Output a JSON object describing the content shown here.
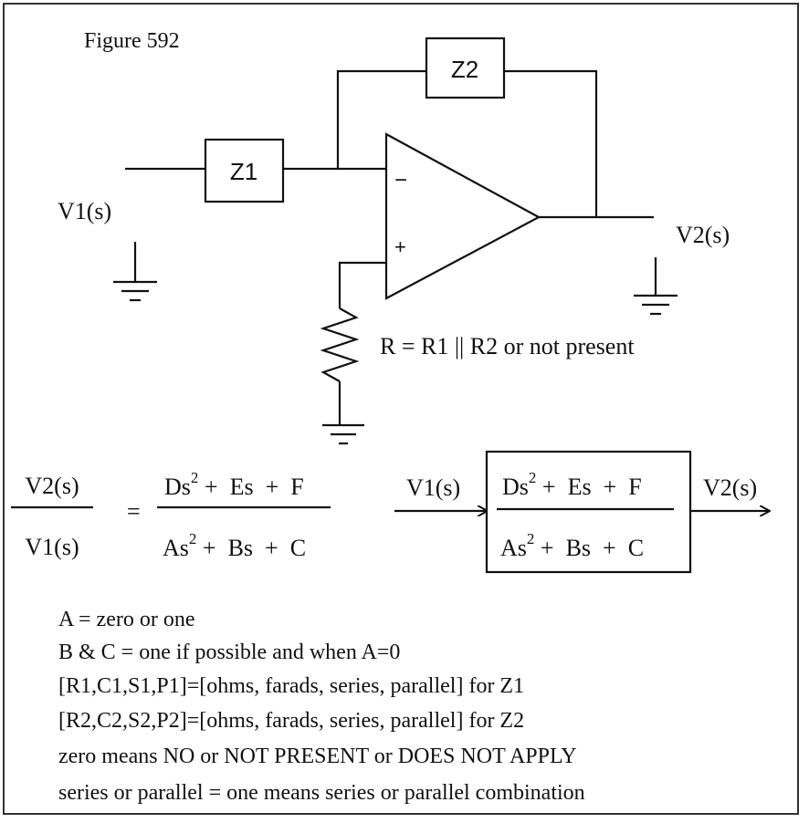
{
  "figure": {
    "title": "Figure 592"
  },
  "circuit": {
    "z1": "Z1",
    "z2": "Z2",
    "input_label": "V1(s)",
    "output_label": "V2(s)",
    "minus": "−",
    "plus": "+",
    "resistor_note": "R = R1 || R2 or not present"
  },
  "equation": {
    "lhs_num": "V2(s)",
    "lhs_den": "V1(s)",
    "equals": "=",
    "num": {
      "a": "Ds",
      "exp": "2",
      "b": "+ Es + F"
    },
    "den": {
      "a": "As",
      "exp": "2",
      "b": "+ Bs + C"
    }
  },
  "block": {
    "in_label": "V1(s)",
    "out_label": "V2(s)",
    "num": {
      "a": "Ds",
      "exp": "2",
      "b": "+ Es + F"
    },
    "den": {
      "a": "As",
      "exp": "2",
      "b": "+ Bs + C"
    }
  },
  "notes": [
    "A = zero or one",
    "B & C = one if possible and when A=0",
    "[R1,C1,S1,P1]=[ohms, farads, series, parallel] for Z1",
    "[R2,C2,S2,P2]=[ohms, farads, series, parallel] for Z2",
    "zero means NO or NOT PRESENT or DOES NOT APPLY",
    "series or parallel = one means series or parallel combination"
  ]
}
